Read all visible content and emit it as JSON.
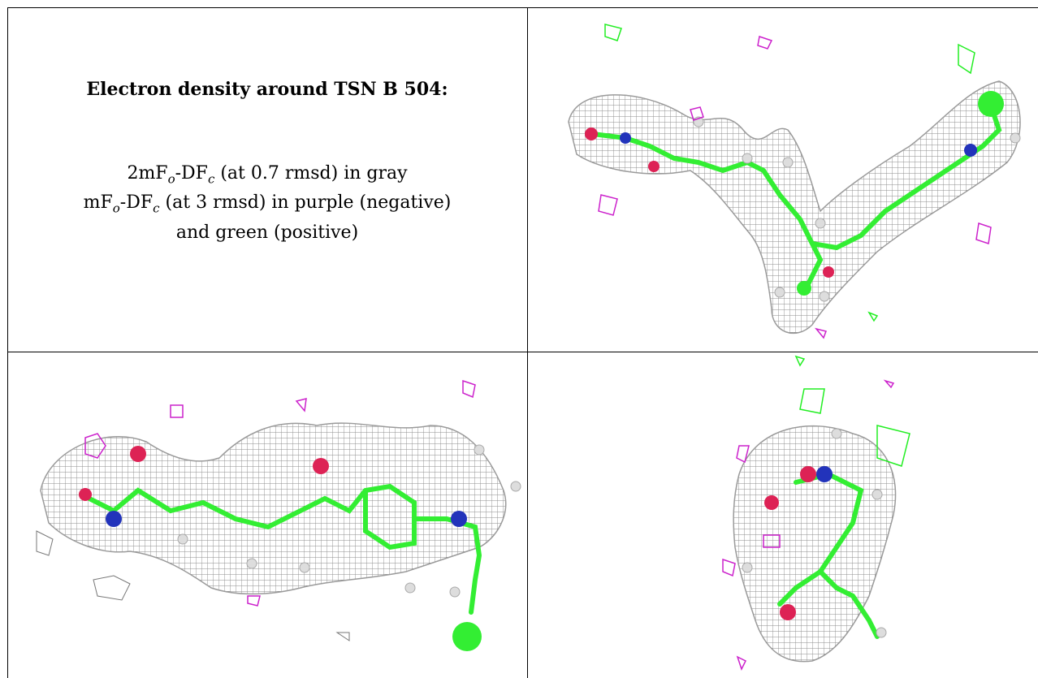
{
  "caption": {
    "title": "Electron density around TSN B 504:",
    "line1_prefix": "2mF",
    "line1_sub1": "o",
    "line1_mid": "-DF",
    "line1_sub2": "c",
    "line1_suffix": " (at 0.7 rmsd) in gray",
    "line2_prefix": "mF",
    "line2_sub1": "o",
    "line2_mid": "-DF",
    "line2_sub2": "c",
    "line2_suffix": " (at 3 rmsd) in purple (negative)",
    "line3": "and green (positive)"
  },
  "colors": {
    "mesh_gray": "#9a9a9a",
    "density_negative": "#cc22cc",
    "density_positive": "#22ee22",
    "atom_carbon": "#33ee33",
    "atom_nitrogen": "#2233bb",
    "atom_oxygen": "#dd2255",
    "atom_hydrogen": "#dddddd"
  }
}
